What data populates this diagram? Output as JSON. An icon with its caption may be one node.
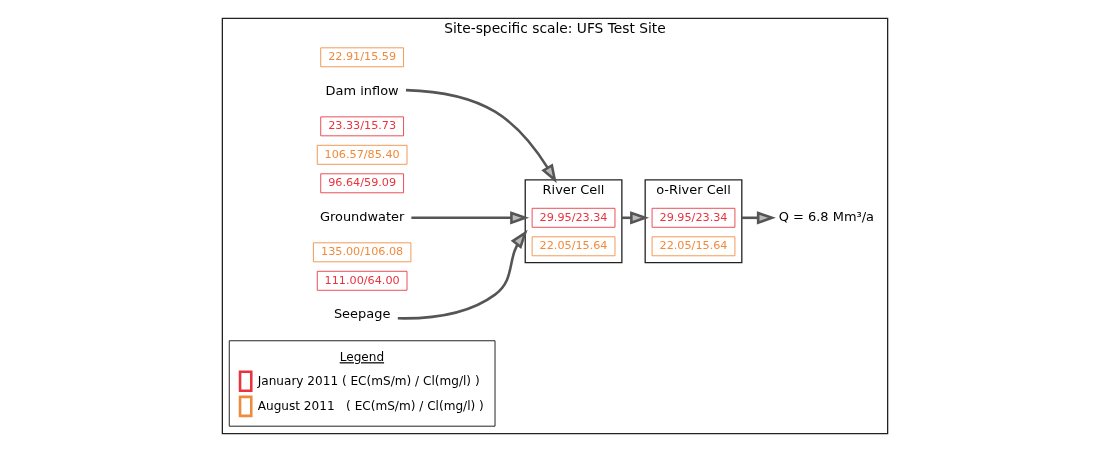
{
  "diagram": {
    "nodes": [
      {
        "text": [
          "Site-specific scale: UFS Test Site"
        ]
      },
      {
        "text": [
          "23.33/15.73"
        ],
        "in": 0
      },
      {
        "text": [
          "Dam inflow"
        ],
        "in": 0
      },
      {
        "text": [
          "22.91/15.59"
        ],
        "in": 0
      },
      {
        "text": [
          "River Cell"
        ],
        "in": 0
      },
      {
        "text": [
          "29.95/23.34"
        ],
        "in": 4
      },
      {
        "text": [
          "22.05/15.64"
        ],
        "in": 4
      },
      {
        "text": [
          "o-River Cell"
        ],
        "in": 0
      },
      {
        "text": [
          "29.95/23.34"
        ],
        "in": 7
      },
      {
        "text": [
          "22.05/15.64"
        ],
        "in": 7
      },
      {
        "text": [
          "Q = 6.8 Mm³/a"
        ],
        "in": 0
      },
      {
        "text": [
          "Groundwater"
        ],
        "in": 0
      },
      {
        "text": [
          "96.64/59.09"
        ],
        "in": 0
      },
      {
        "text": [
          "106.57/85.40"
        ],
        "in": 0
      },
      {
        "text": [
          "Seepage"
        ],
        "in": 0
      },
      {
        "text": [
          "111.00/64.00"
        ],
        "in": 0
      },
      {
        "text": [
          "135.00/106.08"
        ],
        "in": 0
      }
    ],
    "edges": [
      {
        "from": 2,
        "to": 4,
        "arrow": "to"
      },
      {
        "from": 4,
        "to": 7,
        "arrow": "to"
      },
      {
        "from": 7,
        "to": 10,
        "arrow": "to"
      },
      {
        "from": 11,
        "to": 4,
        "arrow": "to"
      },
      {
        "from": 14,
        "to": 4,
        "arrow": "to"
      }
    ],
    "labels": [
      "Legend"
    ],
    "legend": [
      {
        "text": "January 2011 ( EC(mS/m) / Cl(mg/l) )",
        "color": "#e8343f"
      },
      {
        "text": "August 2011   ( EC(mS/m) / Cl(mg/l) )",
        "color": "#f08a3c"
      }
    ]
  }
}
